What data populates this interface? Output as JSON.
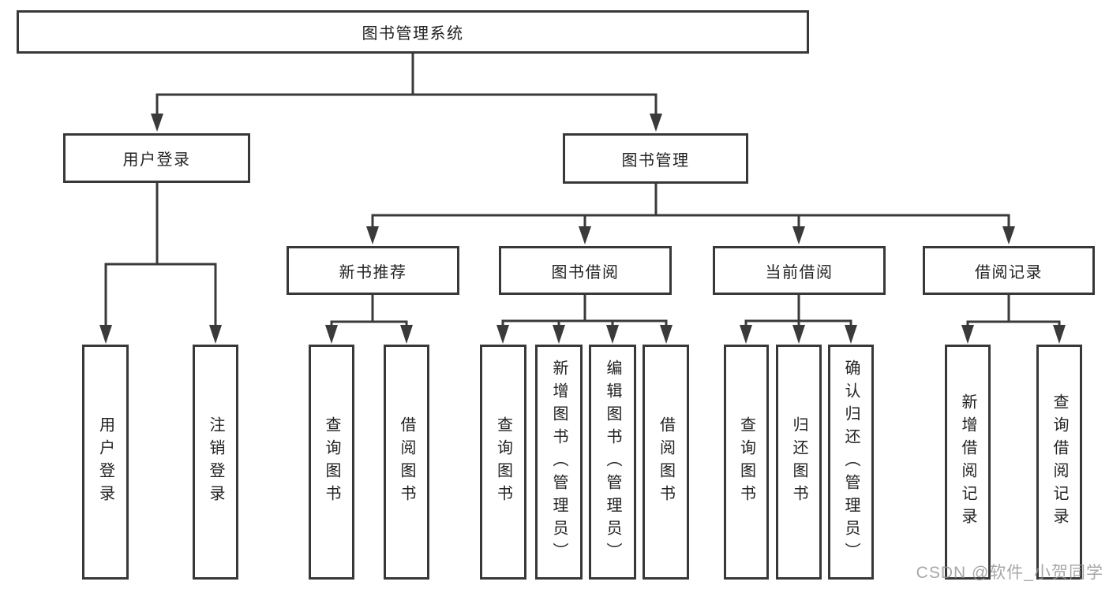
{
  "diagram_title": "图书管理系统",
  "tree": {
    "label": "图书管理系统",
    "children": [
      {
        "label": "用户登录",
        "children": [
          {
            "label": "用户登录"
          },
          {
            "label": "注销登录"
          }
        ]
      },
      {
        "label": "图书管理",
        "children": [
          {
            "label": "新书推荐",
            "children": [
              {
                "label": "查询图书"
              },
              {
                "label": "借阅图书"
              }
            ]
          },
          {
            "label": "图书借阅",
            "children": [
              {
                "label": "查询图书"
              },
              {
                "label": "新增图书（管理员）"
              },
              {
                "label": "编辑图书（管理员）"
              },
              {
                "label": "借阅图书"
              }
            ]
          },
          {
            "label": "当前借阅",
            "children": [
              {
                "label": "查询图书"
              },
              {
                "label": "归还图书"
              },
              {
                "label": "确认归还（管理员）"
              }
            ]
          },
          {
            "label": "借阅记录",
            "children": [
              {
                "label": "新增借阅记录"
              },
              {
                "label": "查询借阅记录"
              }
            ]
          }
        ]
      }
    ]
  },
  "watermark": "CSDN @软件_小贺同学",
  "colors": {
    "line": "#3a3a3a",
    "border": "#383838",
    "text": "#222222",
    "background": "#ffffff",
    "watermark": "#919191"
  }
}
